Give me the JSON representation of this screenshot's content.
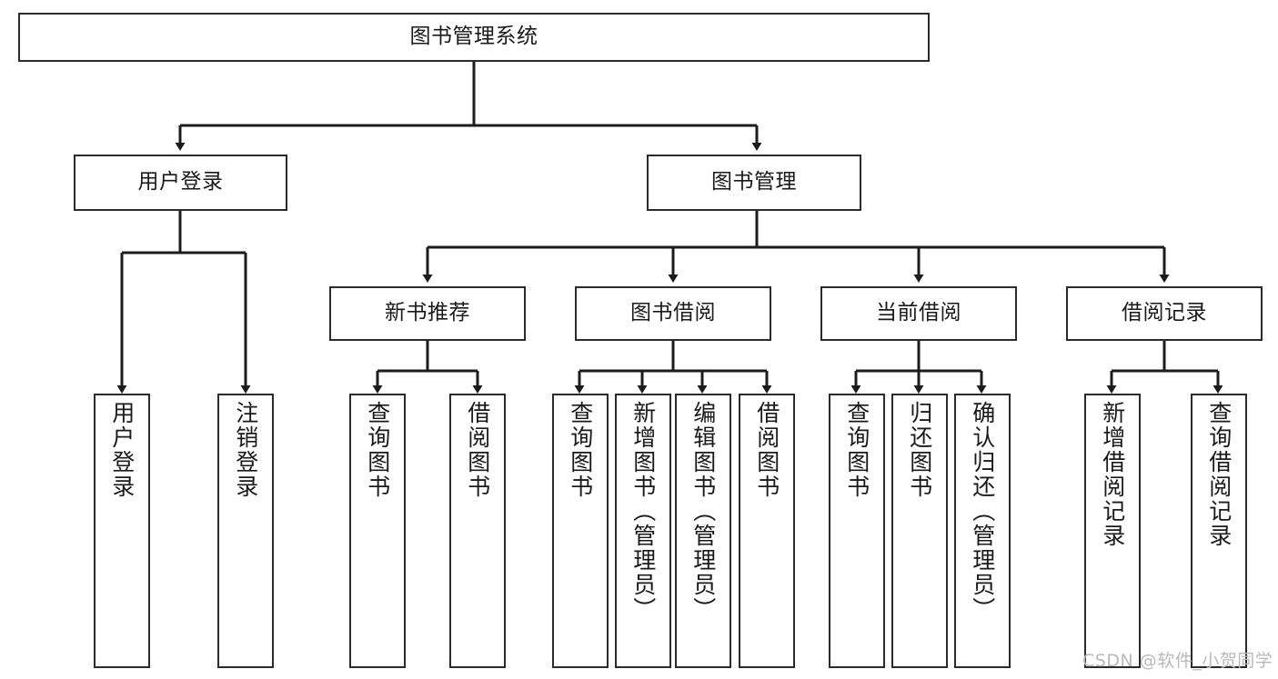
{
  "diagram": {
    "title": "图书管理系统",
    "type": "tree-hierarchy",
    "style": {
      "box_border_color": "#2b2b2b",
      "box_fill_color": "#ffffff",
      "edge_color": "#1c1c1c",
      "text_color": "#1a1a1a",
      "background_color": "#ffffff",
      "watermark_color": "#b9b9b9"
    },
    "watermark": "CSDN @软件_小贺同学",
    "levels": {
      "root": {
        "label": "图书管理系统"
      },
      "level2": [
        {
          "label": "用户登录"
        },
        {
          "label": "图书管理"
        }
      ],
      "level3": [
        {
          "label": "新书推荐"
        },
        {
          "label": "图书借阅"
        },
        {
          "label": "当前借阅"
        },
        {
          "label": "借阅记录"
        }
      ],
      "leaves": {
        "user_login": [
          {
            "label": "用户登录"
          },
          {
            "label": "注销登录"
          }
        ],
        "new_book_recommend": [
          {
            "label": "查询图书"
          },
          {
            "label": "借阅图书"
          }
        ],
        "book_borrow": [
          {
            "label": "查询图书"
          },
          {
            "label": "新增图书（管理员）"
          },
          {
            "label": "编辑图书（管理员）"
          },
          {
            "label": "借阅图书"
          }
        ],
        "current_borrow": [
          {
            "label": "查询图书"
          },
          {
            "label": "归还图书"
          },
          {
            "label": "确认归还（管理员）"
          }
        ],
        "borrow_record": [
          {
            "label": "新增借阅记录"
          },
          {
            "label": "查询借阅记录"
          }
        ]
      }
    }
  }
}
